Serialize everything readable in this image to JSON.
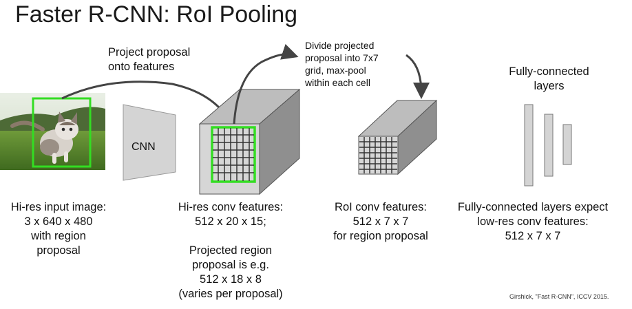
{
  "title": "Faster R-CNN: RoI Pooling",
  "annotations": {
    "project_line1": "Project proposal",
    "project_line2": "onto features",
    "divide_line1": "Divide projected",
    "divide_line2": "proposal into 7x7",
    "divide_line3": "grid, max-pool",
    "divide_line4": "within each cell",
    "cnn_label": "CNN",
    "fc_line1": "Fully-connected",
    "fc_line2": "layers"
  },
  "captions": {
    "input": [
      "Hi-res input image:",
      "3 x 640 x 480",
      "with region",
      "proposal"
    ],
    "conv": [
      "Hi-res conv features:",
      "512 x 20 x 15;",
      "",
      "Projected region",
      "proposal is e.g.",
      "512 x 18 x 8",
      "(varies per proposal)"
    ],
    "roi": [
      "RoI conv features:",
      "512 x 7 x 7",
      "for region proposal"
    ],
    "fc": [
      "Fully-connected layers expect",
      "low-res conv features:",
      "512 x 7 x 7"
    ]
  },
  "credit": "Girshick, \"Fast R-CNN\", ICCV 2015.",
  "colors": {
    "proposal_box": "#33dd22",
    "block_front": "#d6d6d6",
    "block_top": "#bdbdbd",
    "block_side": "#8f8f8f",
    "arrow": "#444444",
    "grid": "#333333"
  }
}
